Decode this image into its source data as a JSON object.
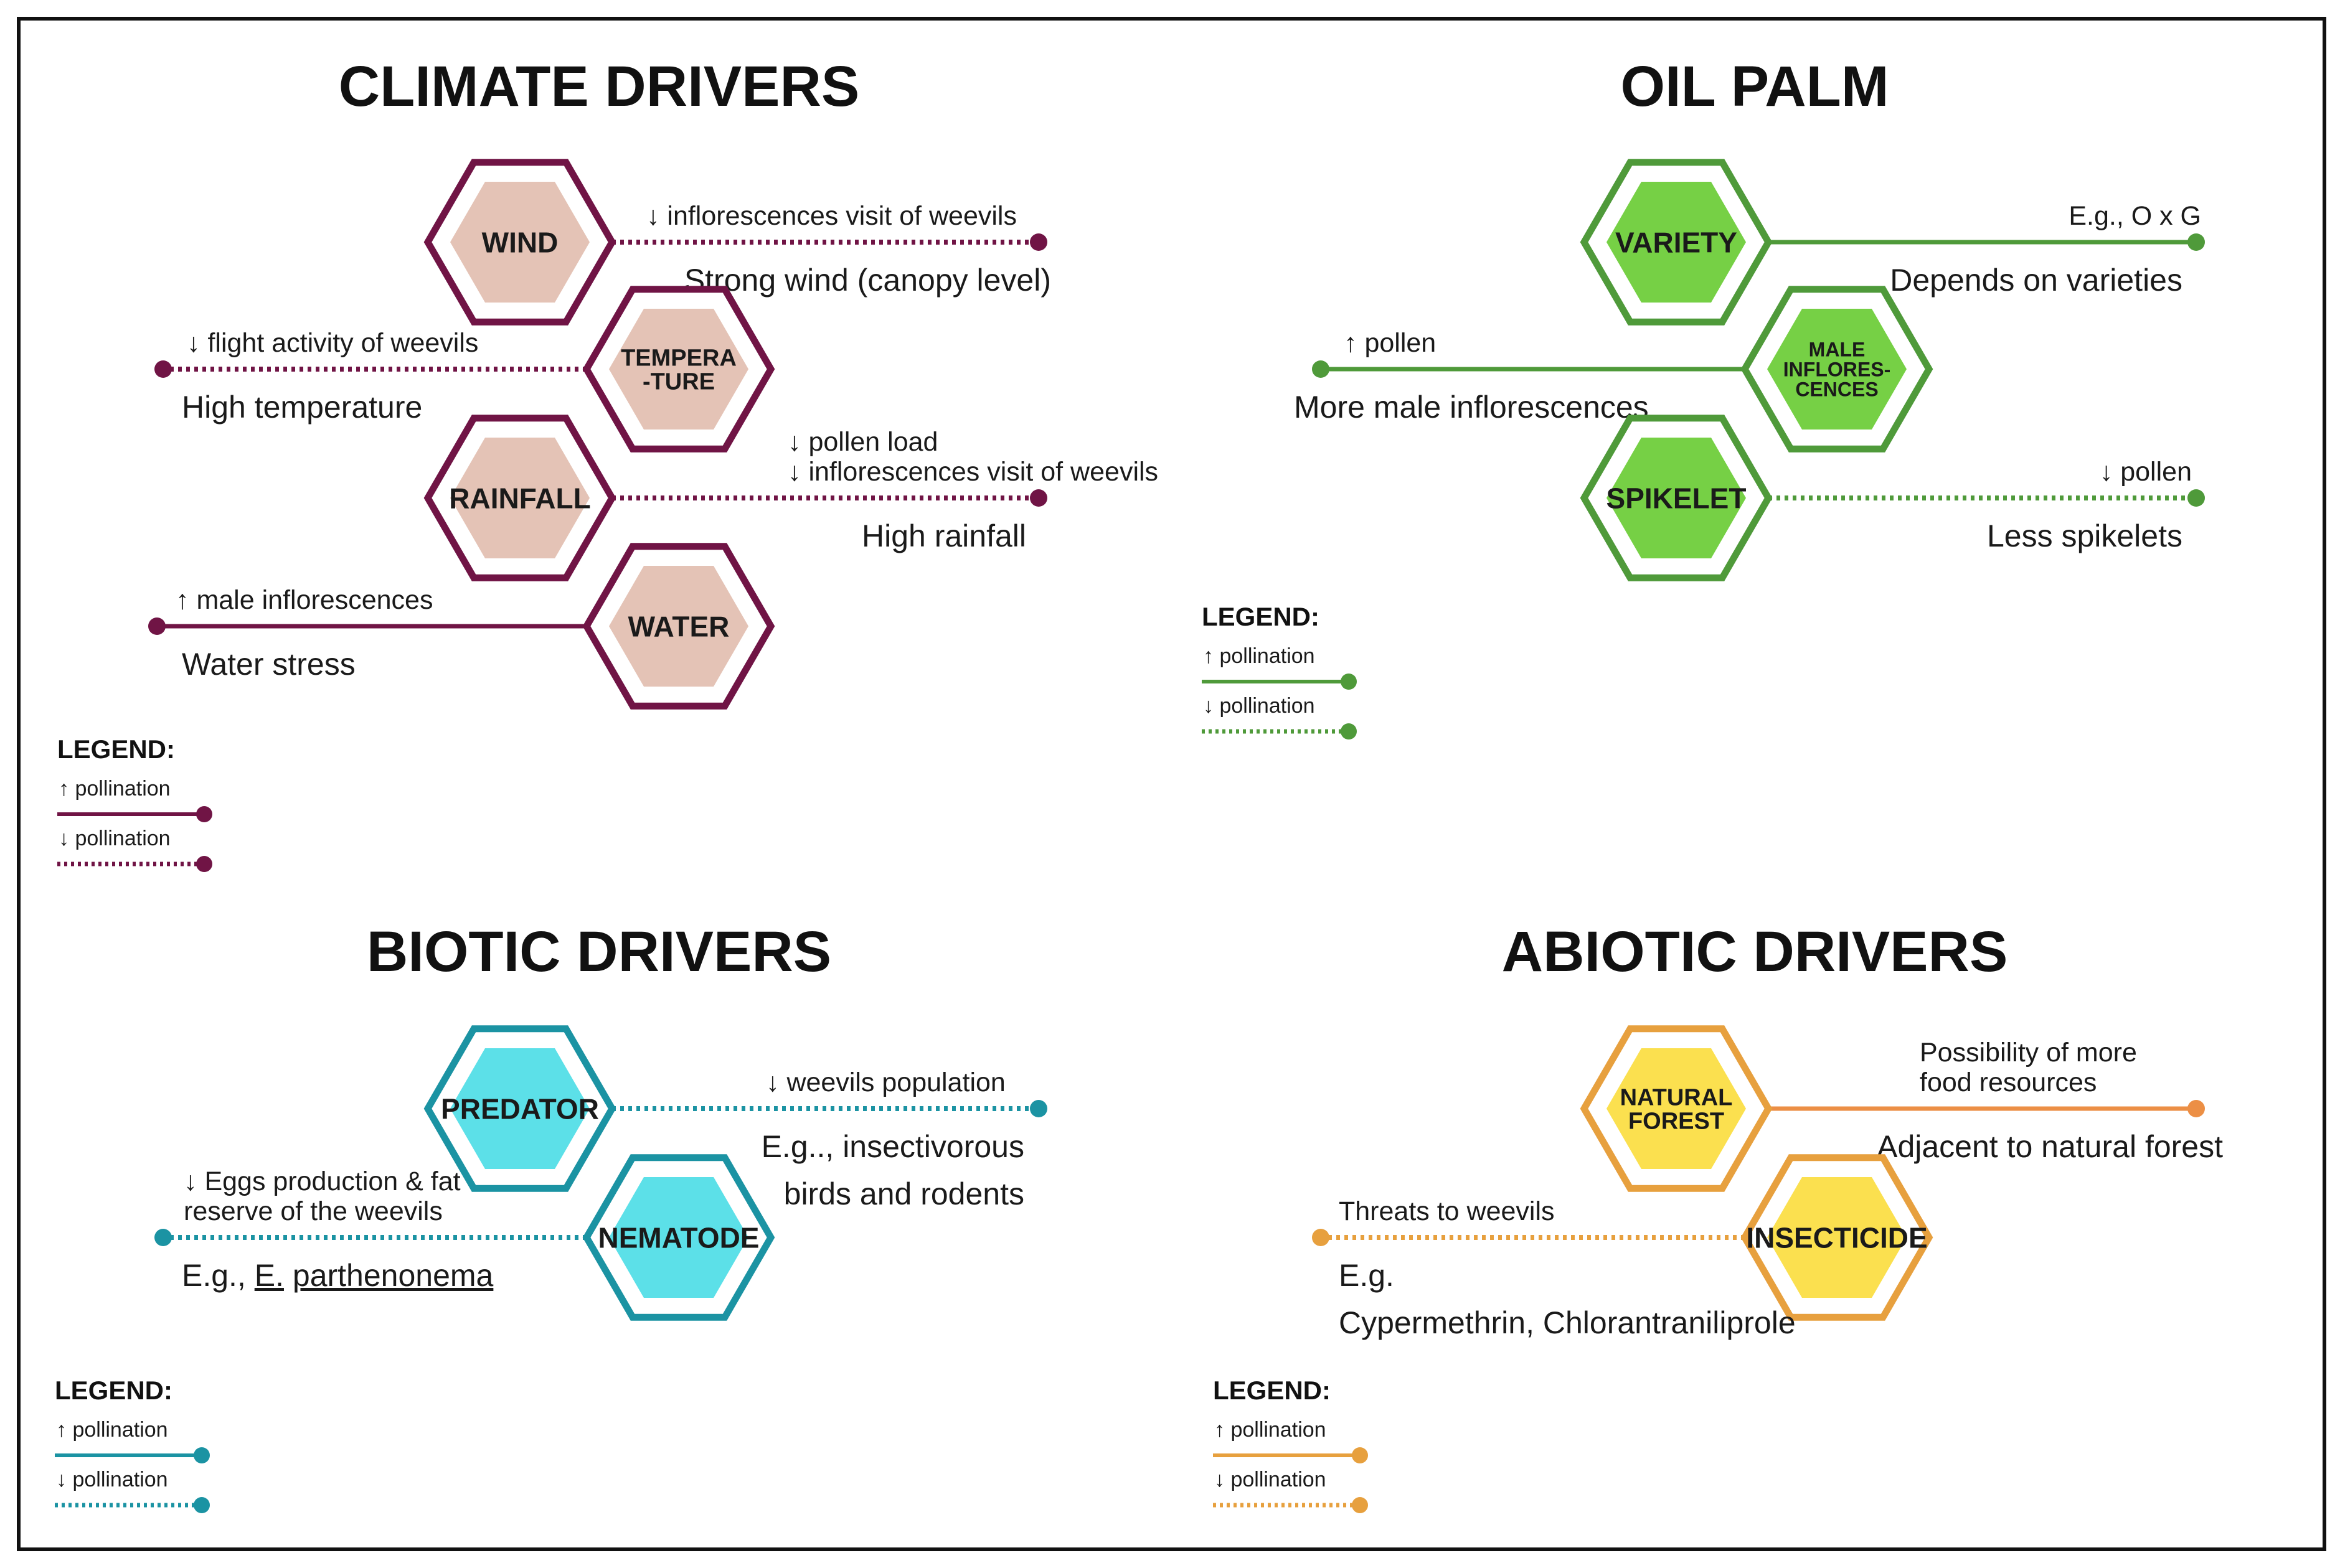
{
  "panels": [
    {
      "id": "climate",
      "title": "CLIMATE DRIVERS",
      "colors": {
        "line": "#701445",
        "fill": "#e4c3b6"
      },
      "nodes": [
        {
          "id": "wind",
          "label": [
            "WIND"
          ],
          "line_side": "right",
          "style": "dotted",
          "above": [
            "↓ inflorescences visit of weevils"
          ],
          "below": [
            "Strong wind (canopy level)"
          ]
        },
        {
          "id": "temperature",
          "label": [
            "TEMPERA",
            "-TURE"
          ],
          "line_side": "left",
          "style": "dotted",
          "above": [
            "↓ flight activity of weevils"
          ],
          "below": [
            "High temperature"
          ]
        },
        {
          "id": "rainfall",
          "label": [
            "RAINFALL"
          ],
          "line_side": "right",
          "style": "dotted",
          "above": [
            "↓ pollen load",
            "↓ inflorescences visit of weevils"
          ],
          "below": [
            "High rainfall"
          ]
        },
        {
          "id": "water",
          "label": [
            "WATER"
          ],
          "line_side": "left",
          "style": "solid",
          "above": [
            "↑  male inflorescences"
          ],
          "below": [
            "Water stress"
          ]
        }
      ],
      "legend": {
        "title": "LEGEND:",
        "items": [
          {
            "text": "↑ pollination",
            "style": "solid"
          },
          {
            "text": "↓ pollination",
            "style": "dotted"
          }
        ]
      }
    },
    {
      "id": "oilpalm",
      "title": "OIL PALM",
      "colors": {
        "line": "#4f9a3a",
        "fill": "#76d045"
      },
      "nodes": [
        {
          "id": "variety",
          "label": [
            "VARIETY"
          ],
          "line_side": "right",
          "style": "solid",
          "above": [
            "E.g., O x G"
          ],
          "below": [
            "Depends on varieties"
          ]
        },
        {
          "id": "male",
          "label": [
            "MALE",
            "INFLORES-",
            "CENCES"
          ],
          "line_side": "left",
          "style": "solid",
          "above": [
            "↑ pollen"
          ],
          "below": [
            "More male inflorescences"
          ]
        },
        {
          "id": "spikelet",
          "label": [
            "SPIKELET"
          ],
          "line_side": "right",
          "style": "dotted",
          "above": [
            "↓ pollen"
          ],
          "below": [
            "Less spikelets"
          ]
        }
      ],
      "legend": {
        "title": "LEGEND:",
        "items": [
          {
            "text": "↑ pollination",
            "style": "solid"
          },
          {
            "text": "↓ pollination",
            "style": "dotted"
          }
        ]
      }
    },
    {
      "id": "biotic",
      "title": "BIOTIC DRIVERS",
      "colors": {
        "line": "#1b93a3",
        "fill": "#5ce0e8"
      },
      "nodes": [
        {
          "id": "predator",
          "label": [
            "PREDATOR"
          ],
          "line_side": "right",
          "style": "dotted",
          "above": [
            "↓  weevils population"
          ],
          "below": [
            "E.g.., insectivorous",
            "birds and rodents"
          ]
        },
        {
          "id": "nematode",
          "label": [
            "NEMATODE"
          ],
          "line_side": "left",
          "style": "dotted",
          "above": [
            "↓ Eggs production & fat",
            "reserve of the weevils"
          ],
          "below_rich": {
            "prefix": "E.g., ",
            "part1": "E.",
            "space": " ",
            "part2": "parthenonema"
          }
        }
      ],
      "legend": {
        "title": "LEGEND:",
        "items": [
          {
            "text": "↑  pollination",
            "style": "solid"
          },
          {
            "text": "↓  pollination",
            "style": "dotted"
          }
        ]
      }
    },
    {
      "id": "abiotic",
      "title": "ABIOTIC DRIVERS",
      "colors": {
        "line": "#e7a03e",
        "fill": "#fbe04f",
        "line_alt": "#ec8f45"
      },
      "nodes": [
        {
          "id": "natural-forest",
          "label": [
            "NATURAL",
            "FOREST"
          ],
          "line_side": "right",
          "style": "solid",
          "above": [
            "Possibility of more",
            "food resources"
          ],
          "below": [
            "Adjacent to natural forest"
          ]
        },
        {
          "id": "insecticide",
          "label": [
            "INSECTICIDE"
          ],
          "line_side": "left",
          "style": "dotted",
          "above": [
            "Threats to weevils"
          ],
          "below": [
            "E.g.",
            "Cypermethrin, Chlorantraniliprole"
          ]
        }
      ],
      "legend": {
        "title": "LEGEND:",
        "items": [
          {
            "text": "↑  pollination",
            "style": "solid"
          },
          {
            "text": "↓  pollination",
            "style": "dotted"
          }
        ]
      }
    }
  ]
}
